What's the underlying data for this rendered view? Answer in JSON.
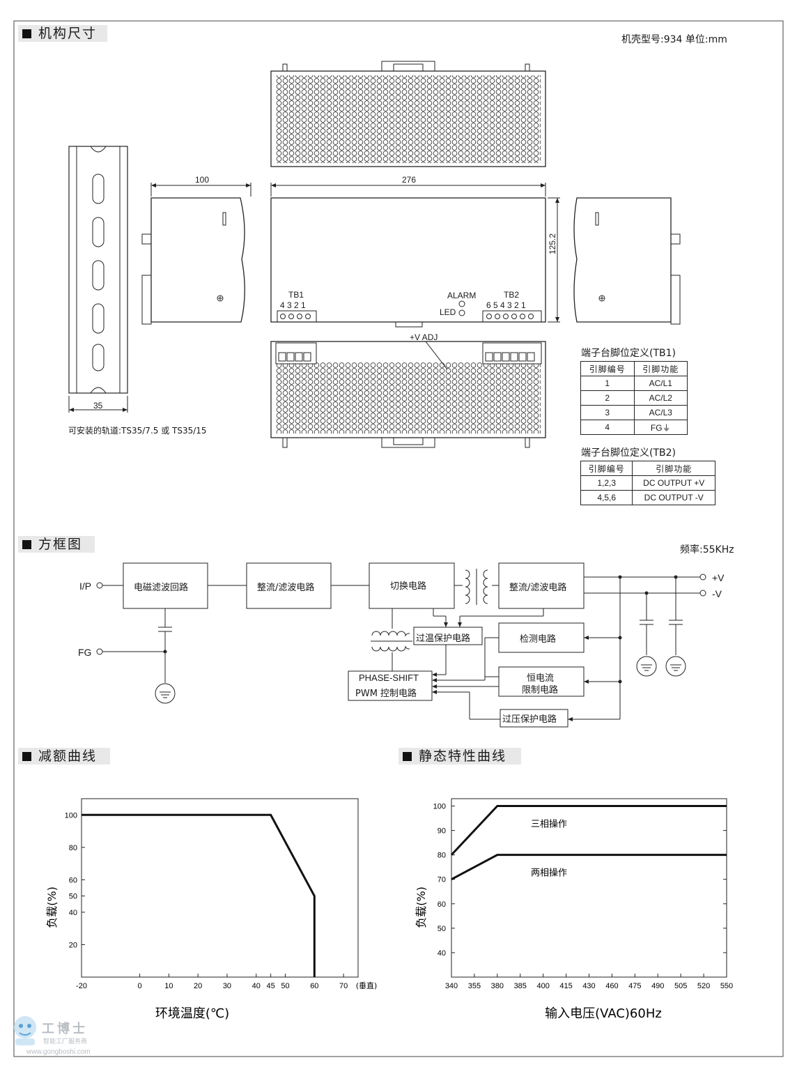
{
  "sections": {
    "mechanical": "机构尺寸",
    "block": "方框图",
    "derating": "减额曲线",
    "static": "静态特性曲线"
  },
  "header": {
    "model_unit": "机壳型号:934 单位:mm"
  },
  "mechanical": {
    "dims": {
      "d100": "100",
      "d276": "276",
      "d1252": "125.2",
      "d35": "35"
    },
    "rail_note": "可安装的轨道:TS35/7.5 或 TS35/15",
    "tb1_label": "TB1",
    "tb1_pins": "4 3 2 1",
    "tb2_label": "TB2",
    "tb2_pins": "6 5 4 3 2 1",
    "alarm": "ALARM",
    "led": "LED",
    "vadj": "+V ADJ"
  },
  "tb1_table": {
    "caption": "端子台脚位定义(TB1)",
    "headers": [
      "引脚编号",
      "引脚功能"
    ],
    "rows": [
      [
        "1",
        "AC/L1"
      ],
      [
        "2",
        "AC/L2"
      ],
      [
        "3",
        "AC/L3"
      ],
      [
        "4",
        "FG⏚"
      ]
    ]
  },
  "tb2_table": {
    "caption": "端子台脚位定义(TB2)",
    "headers": [
      "引脚编号",
      "引脚功能"
    ],
    "rows": [
      [
        "1,2,3",
        "DC OUTPUT +V"
      ],
      [
        "4,5,6",
        "DC OUTPUT -V"
      ]
    ]
  },
  "block": {
    "freq": "频率:55KHz",
    "ip": "I/P",
    "fg": "FG",
    "vplus": "+V",
    "vminus": "-V",
    "emi": "电磁滤波回路",
    "rect1": "整流/滤波电路",
    "switch": "切换电路",
    "rect2": "整流/滤波电路",
    "otp": "过温保护电路",
    "detect": "检测电路",
    "pwm1": "PHASE-SHIFT",
    "pwm2": "PWM 控制电路",
    "cc1": "恒电流",
    "cc2": "限制电路",
    "ovp": "过压保护电路"
  },
  "chart_data": [
    {
      "type": "line",
      "title": "",
      "xlabel": "环境温度(℃)",
      "ylabel": "负载(%)",
      "x_ticks": [
        "-20",
        "0",
        "10",
        "20",
        "30",
        "40",
        "45",
        "50",
        "60",
        "70"
      ],
      "x_extra_label": "(垂直)",
      "y_ticks": [
        "20",
        "40",
        "50",
        "60",
        "80",
        "100"
      ],
      "xlim": [
        -20,
        75
      ],
      "ylim": [
        0,
        110
      ],
      "series": [
        {
          "x": [
            -20,
            45,
            60,
            60
          ],
          "y": [
            100,
            100,
            50,
            0
          ]
        }
      ]
    },
    {
      "type": "line",
      "title": "",
      "xlabel": "输入电压(VAC)60Hz",
      "ylabel": "负载(%)",
      "categories": [
        "340",
        "355",
        "380",
        "385",
        "400",
        "415",
        "430",
        "460",
        "475",
        "490",
        "505",
        "520",
        "550"
      ],
      "y_ticks": [
        "40",
        "50",
        "60",
        "70",
        "80",
        "90",
        "100"
      ],
      "ylim": [
        30,
        103
      ],
      "annotations": [
        "三相操作",
        "两相操作"
      ],
      "series": [
        {
          "name": "三相操作",
          "x": [
            "340",
            "380",
            "550"
          ],
          "y": [
            80,
            100,
            100
          ]
        },
        {
          "name": "两相操作",
          "x": [
            "340",
            "380",
            "550"
          ],
          "y": [
            70,
            80,
            80
          ]
        }
      ]
    }
  ],
  "watermark": {
    "brand": "工博士",
    "tagline": "智能工厂服务商",
    "url": "www.gongboshi.com"
  }
}
